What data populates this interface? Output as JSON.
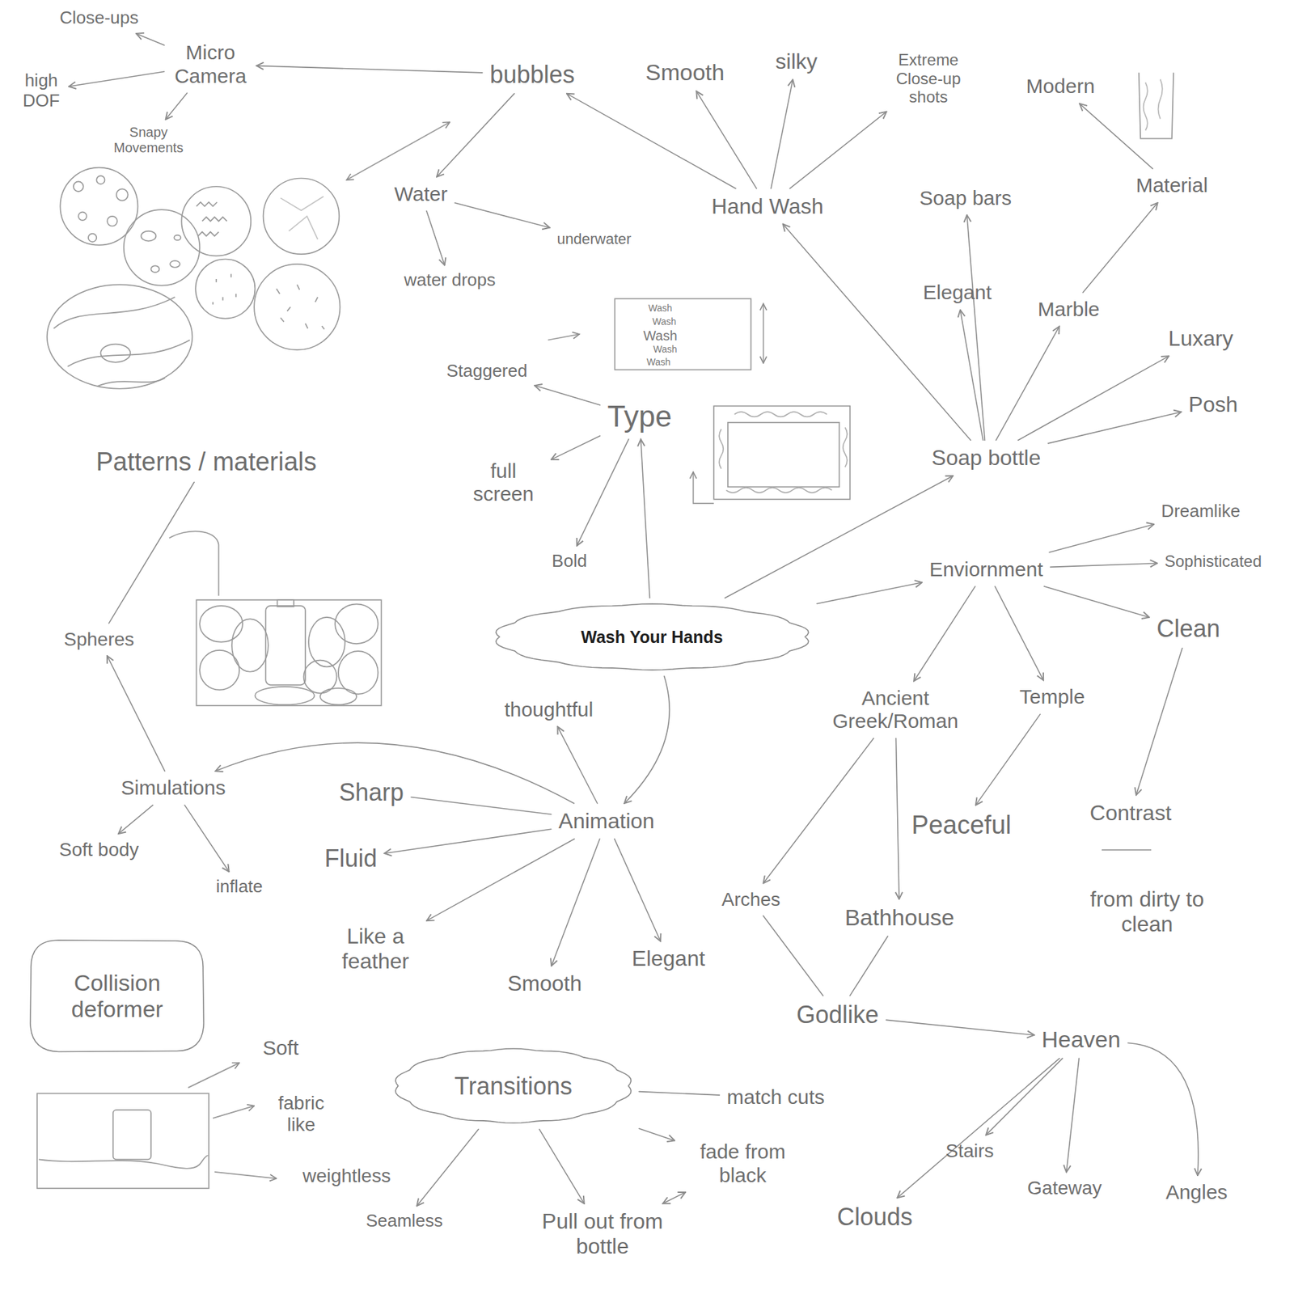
{
  "diagram": {
    "nodes": [
      {
        "text": [
          "Wash Your Hands"
        ]
      },
      {
        "text": [
          "Close-ups"
        ]
      },
      {
        "text": [
          "Micro Camera"
        ]
      },
      {
        "text": [
          "high DOF"
        ]
      },
      {
        "text": [
          "Snapy Movements"
        ]
      },
      {
        "text": [
          "bubbles"
        ]
      },
      {
        "text": [
          "Smooth"
        ]
      },
      {
        "text": [
          "silky"
        ]
      },
      {
        "text": [
          "Extreme Close-up shots"
        ]
      },
      {
        "text": [
          "Modern"
        ]
      },
      {
        "text": [
          "Material"
        ]
      },
      {
        "text": [
          "Water"
        ]
      },
      {
        "text": [
          "underwater"
        ]
      },
      {
        "text": [
          "water drops"
        ]
      },
      {
        "text": [
          "Hand Wash"
        ]
      },
      {
        "text": [
          "Soap bars"
        ]
      },
      {
        "text": [
          "Elegant"
        ]
      },
      {
        "text": [
          "Marble"
        ]
      },
      {
        "text": [
          "Luxary"
        ]
      },
      {
        "text": [
          "Posh"
        ]
      },
      {
        "text": [
          "Staggered"
        ]
      },
      {
        "text": [
          "Type"
        ]
      },
      {
        "text": [
          "Soap bottle"
        ]
      },
      {
        "text": [
          "Patterns / materials"
        ]
      },
      {
        "text": [
          "full screen"
        ]
      },
      {
        "text": [
          "Bold"
        ]
      },
      {
        "text": [
          "Dreamlike"
        ]
      },
      {
        "text": [
          "Enviornment"
        ]
      },
      {
        "text": [
          "Sophisticated"
        ]
      },
      {
        "text": [
          "Clean"
        ]
      },
      {
        "text": [
          "Spheres"
        ]
      },
      {
        "text": [
          "Ancient Greek/Roman"
        ]
      },
      {
        "text": [
          "Temple"
        ]
      },
      {
        "text": [
          "thoughtful"
        ]
      },
      {
        "text": [
          "Simulations"
        ]
      },
      {
        "text": [
          "Sharp"
        ]
      },
      {
        "text": [
          "Animation"
        ]
      },
      {
        "text": [
          "Contrast"
        ]
      },
      {
        "text": [
          "Peaceful"
        ]
      },
      {
        "text": [
          "Soft body"
        ]
      },
      {
        "text": [
          "Fluid"
        ]
      },
      {
        "text": [
          "inflate"
        ]
      },
      {
        "text": [
          "Arches"
        ]
      },
      {
        "text": [
          "Bathhouse"
        ]
      },
      {
        "text": [
          "from dirty to clean"
        ]
      },
      {
        "text": [
          "Like a feather"
        ]
      },
      {
        "text": [
          "Elegant"
        ]
      },
      {
        "text": [
          "Smooth"
        ]
      },
      {
        "text": [
          "Collision deformer"
        ]
      },
      {
        "text": [
          "Godlike"
        ]
      },
      {
        "text": [
          "Heaven"
        ]
      },
      {
        "text": [
          "Soft"
        ]
      },
      {
        "text": [
          "Transitions"
        ]
      },
      {
        "text": [
          "match cuts"
        ]
      },
      {
        "text": [
          "fabric like"
        ]
      },
      {
        "text": [
          "fade from black"
        ]
      },
      {
        "text": [
          "Stairs"
        ]
      },
      {
        "text": [
          "weightless"
        ]
      },
      {
        "text": [
          "Gateway"
        ]
      },
      {
        "text": [
          "Angles"
        ]
      },
      {
        "text": [
          "Clouds"
        ]
      },
      {
        "text": [
          "Seamless"
        ]
      },
      {
        "text": [
          "Pull out from bottle"
        ]
      }
    ],
    "edges": [
      {
        "from": 5,
        "to": 2,
        "arrow": "to"
      },
      {
        "from": 2,
        "to": 1,
        "arrow": "to"
      },
      {
        "from": 2,
        "to": 3,
        "arrow": "to"
      },
      {
        "from": 2,
        "to": 4,
        "arrow": "to"
      },
      {
        "from": 5,
        "to": 11,
        "arrow": "to"
      },
      {
        "from": 14,
        "to": 5,
        "arrow": "to"
      },
      {
        "from": 14,
        "to": 6,
        "arrow": "to"
      },
      {
        "from": 14,
        "to": 7,
        "arrow": "to"
      },
      {
        "from": 14,
        "to": 8,
        "arrow": "to"
      },
      {
        "from": 11,
        "to": 12,
        "arrow": "to"
      },
      {
        "from": 11,
        "to": 13,
        "arrow": "to"
      },
      {
        "from": 22,
        "to": 14,
        "arrow": "to"
      },
      {
        "from": 22,
        "to": 15,
        "arrow": "to"
      },
      {
        "from": 22,
        "to": 16,
        "arrow": "to"
      },
      {
        "from": 22,
        "to": 17,
        "arrow": "to"
      },
      {
        "from": 22,
        "to": 18,
        "arrow": "to"
      },
      {
        "from": 22,
        "to": 19,
        "arrow": "to"
      },
      {
        "from": 17,
        "to": 10,
        "arrow": "to"
      },
      {
        "from": 10,
        "to": 9,
        "arrow": "to"
      },
      {
        "from": 0,
        "to": 21,
        "arrow": "to"
      },
      {
        "from": 0,
        "to": 22,
        "arrow": "to"
      },
      {
        "from": 0,
        "to": 27,
        "arrow": "to"
      },
      {
        "from": 0,
        "to": 36,
        "arrow": "to"
      },
      {
        "from": 21,
        "to": 20,
        "arrow": "to"
      },
      {
        "from": 21,
        "to": 24,
        "arrow": "to"
      },
      {
        "from": 21,
        "to": 25,
        "arrow": "to"
      },
      {
        "from": 27,
        "to": 26,
        "arrow": "to"
      },
      {
        "from": 27,
        "to": 28,
        "arrow": "to"
      },
      {
        "from": 27,
        "to": 29,
        "arrow": "to"
      },
      {
        "from": 27,
        "to": 31,
        "arrow": "to"
      },
      {
        "from": 27,
        "to": 32,
        "arrow": "to"
      },
      {
        "from": 29,
        "to": 37,
        "arrow": "to"
      },
      {
        "from": 32,
        "to": 38,
        "arrow": "to"
      },
      {
        "from": 31,
        "to": 42,
        "arrow": "to"
      },
      {
        "from": 31,
        "to": 43,
        "arrow": "to"
      },
      {
        "from": 42,
        "to": 49,
        "arrow": "none"
      },
      {
        "from": 43,
        "to": 49,
        "arrow": "none"
      },
      {
        "from": 49,
        "to": 50,
        "arrow": "to"
      },
      {
        "from": 50,
        "to": 60,
        "arrow": "to"
      },
      {
        "from": 50,
        "to": 56,
        "arrow": "to"
      },
      {
        "from": 50,
        "to": 58,
        "arrow": "to"
      },
      {
        "from": 50,
        "to": 59,
        "arrow": "to"
      },
      {
        "from": 36,
        "to": 33,
        "arrow": "to"
      },
      {
        "from": 36,
        "to": 35,
        "arrow": "none"
      },
      {
        "from": 36,
        "to": 40,
        "arrow": "to"
      },
      {
        "from": 36,
        "to": 45,
        "arrow": "to"
      },
      {
        "from": 36,
        "to": 47,
        "arrow": "to"
      },
      {
        "from": 36,
        "to": 46,
        "arrow": "to"
      },
      {
        "from": 36,
        "to": 34,
        "arrow": "to"
      },
      {
        "from": 34,
        "to": 30,
        "arrow": "to"
      },
      {
        "from": 34,
        "to": 39,
        "arrow": "to"
      },
      {
        "from": 34,
        "to": 41,
        "arrow": "to"
      },
      {
        "from": 23,
        "to": 30,
        "arrow": "none"
      },
      {
        "from": 52,
        "to": 53,
        "arrow": "none"
      },
      {
        "from": 52,
        "to": 61,
        "arrow": "to"
      },
      {
        "from": 52,
        "to": 62,
        "arrow": "to"
      },
      {
        "from": 52,
        "to": 55,
        "arrow": "to"
      },
      {
        "from": 62,
        "to": 55,
        "arrow": "both"
      }
    ],
    "labels": [
      "Wash",
      "Wash",
      "Wash",
      "Wash",
      "Wash"
    ]
  }
}
